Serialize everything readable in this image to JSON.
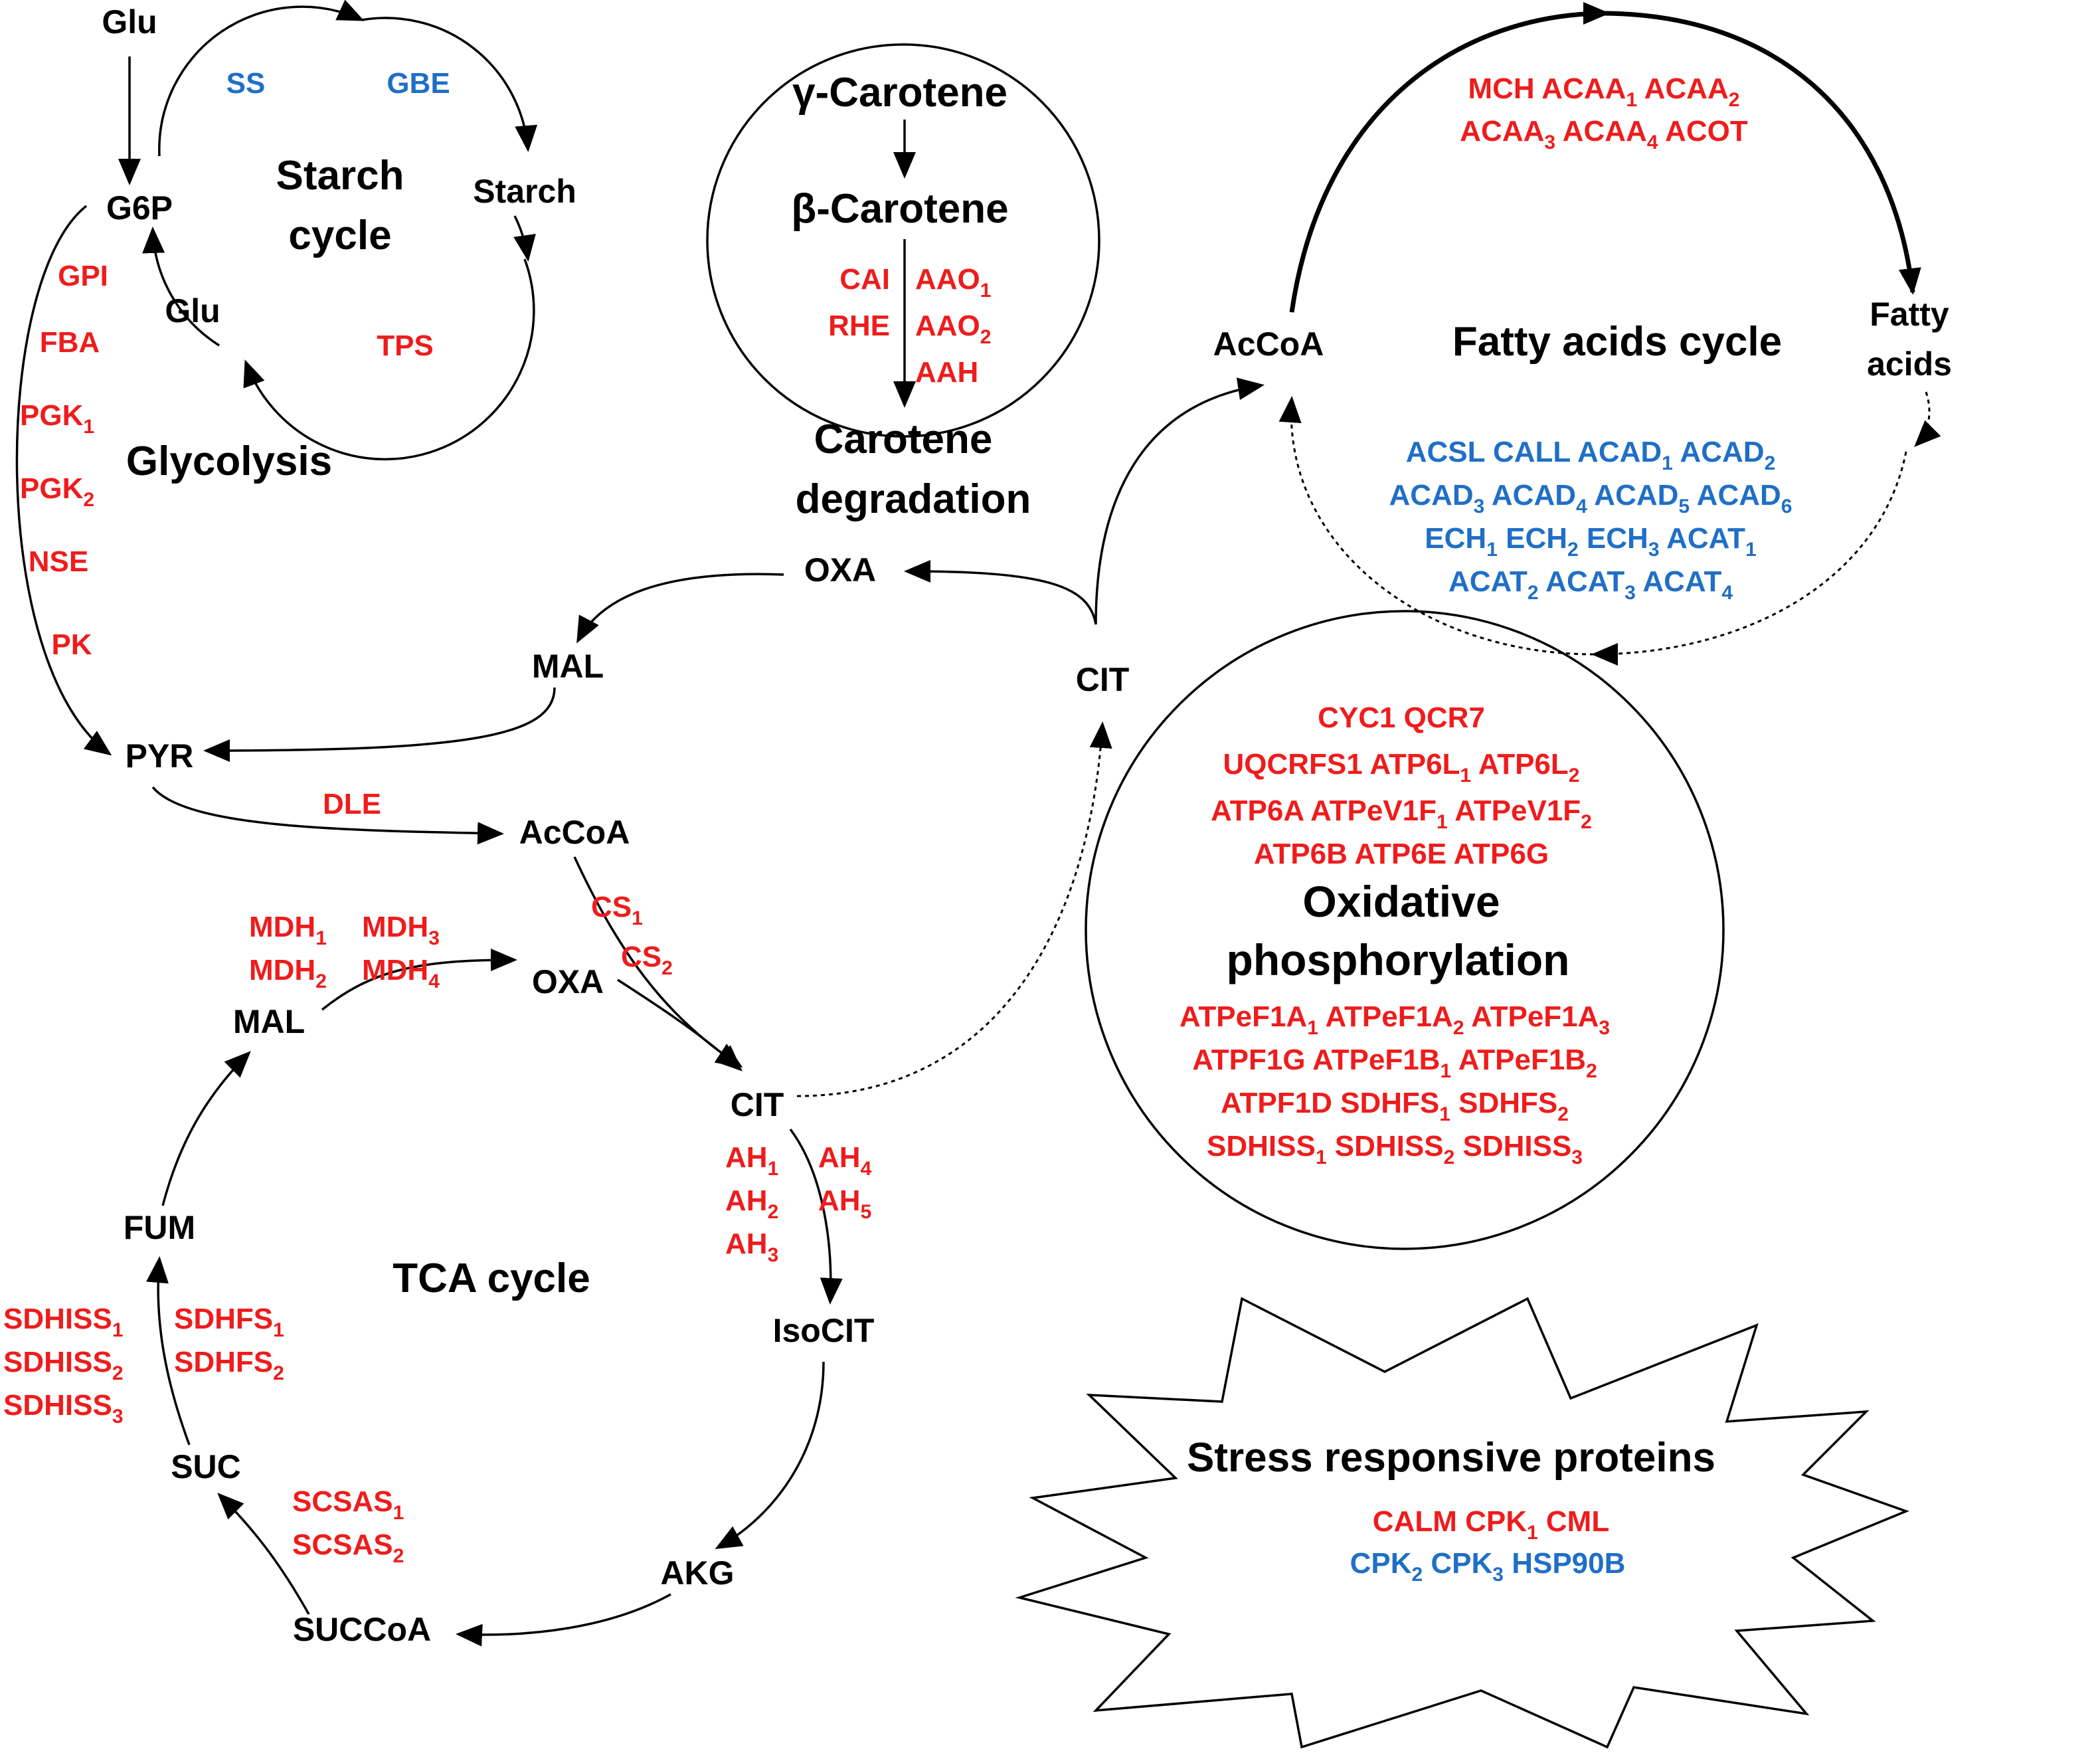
{
  "colors": {
    "activated": "#ee1c1c",
    "repressed": "#1f6fc6",
    "text": "#000000"
  },
  "starch_cycle": {
    "title_line1": "Starch",
    "title_line2": "cycle",
    "glu_top": "Glu",
    "g6p": "G6P",
    "starch": "Starch",
    "glu_bottom": "Glu",
    "enzymes": [
      {
        "text": "SS",
        "color": "blue"
      },
      {
        "text": "GBE",
        "color": "blue"
      },
      {
        "text": "TPS",
        "color": "red"
      }
    ]
  },
  "glycolysis": {
    "title": "Glycolysis",
    "enzymes": [
      "GPI",
      "FBA",
      "PGK",
      "PGK",
      "NSE",
      "PK"
    ],
    "subscripts": [
      "",
      "",
      "1",
      "2",
      "",
      ""
    ]
  },
  "carotene": {
    "gamma": "γ-Carotene",
    "beta": "β-Carotene",
    "title_line1": "Carotene",
    "title_line2": "degradation",
    "enzymes_left": [
      "CAI",
      "RHE"
    ],
    "enzymes_right": [
      {
        "t": "AAO",
        "s": "1"
      },
      {
        "t": "AAO",
        "s": "2"
      },
      {
        "t": "AAH",
        "s": ""
      }
    ]
  },
  "fatty_acids": {
    "title": "Fatty acids cycle",
    "accoa": "AcCoA",
    "fatty_line1": "Fatty",
    "fatty_line2": "acids",
    "red_rows": [
      [
        {
          "t": "MCH ",
          "s": ""
        },
        {
          "t": "ACAA",
          "s": "1"
        },
        {
          "t": " ACAA",
          "s": "2"
        }
      ],
      [
        {
          "t": "ACAA",
          "s": "3"
        },
        {
          "t": " ACAA",
          "s": "4"
        },
        {
          "t": " ACOT",
          "s": ""
        }
      ]
    ],
    "blue_rows": [
      [
        {
          "t": "ACSL CALL ACAD",
          "s": "1"
        },
        {
          "t": "  ACAD",
          "s": "2"
        }
      ],
      [
        {
          "t": "ACAD",
          "s": "3"
        },
        {
          "t": " ACAD",
          "s": "4"
        },
        {
          "t": " ACAD",
          "s": "5"
        },
        {
          "t": " ACAD",
          "s": "6"
        }
      ],
      [
        {
          "t": "ECH",
          "s": "1"
        },
        {
          "t": " ECH",
          "s": "2"
        },
        {
          "t": " ECH",
          "s": "3"
        },
        {
          "t": " ACAT",
          "s": "1"
        }
      ],
      [
        {
          "t": "ACAT",
          "s": "2"
        },
        {
          "t": " ACAT",
          "s": "3"
        },
        {
          "t": " ACAT",
          "s": "4"
        }
      ]
    ]
  },
  "central": {
    "oxa_top": "OXA",
    "mal_top": "MAL",
    "pyr": "PYR",
    "dle": "DLE",
    "accoa_mid": "AcCoA",
    "cit_right": "CIT",
    "cs_enzymes": [
      {
        "t": "CS",
        "s": "1"
      },
      {
        "t": "CS",
        "s": "2"
      }
    ]
  },
  "tca": {
    "title": "TCA cycle",
    "oxa": "OXA",
    "mal": "MAL",
    "cit": "CIT",
    "isocit": "IsoCIT",
    "akg": "AKG",
    "succoa": "SUCCoA",
    "suc": "SUC",
    "fum": "FUM",
    "mdh": [
      {
        "t": "MDH",
        "s": "1"
      },
      {
        "t": "MDH",
        "s": "3"
      },
      {
        "t": "MDH",
        "s": "2"
      },
      {
        "t": "MDH",
        "s": "4"
      }
    ],
    "ah_left": [
      {
        "t": "AH",
        "s": "1"
      },
      {
        "t": "AH",
        "s": "2"
      },
      {
        "t": "AH",
        "s": "3"
      }
    ],
    "ah_right": [
      {
        "t": "AH",
        "s": "4"
      },
      {
        "t": "AH",
        "s": "5"
      }
    ],
    "scsas": [
      {
        "t": "SCSAS",
        "s": "1"
      },
      {
        "t": "SCSAS",
        "s": "2"
      }
    ],
    "sdhiss": [
      {
        "t": "SDHISS",
        "s": "1"
      },
      {
        "t": "SDHISS",
        "s": "2"
      },
      {
        "t": "SDHISS",
        "s": "3"
      }
    ],
    "sdhfs": [
      {
        "t": "SDHFS",
        "s": "1"
      },
      {
        "t": "SDHFS",
        "s": "2"
      }
    ]
  },
  "oxphos": {
    "title_line1": "Oxidative",
    "title_line2": "phosphorylation",
    "top_rows": [
      [
        {
          "t": "CYC1 QCR7",
          "s": ""
        }
      ],
      [
        {
          "t": "UQCRFS1 ATP6L",
          "s": "1"
        },
        {
          "t": " ATP6L",
          "s": "2"
        }
      ],
      [
        {
          "t": "ATP6A ATPeV1F",
          "s": "1"
        },
        {
          "t": " ATPeV1F",
          "s": "2"
        }
      ],
      [
        {
          "t": "ATP6B ATP6E ATP6G",
          "s": ""
        }
      ]
    ],
    "bottom_rows": [
      [
        {
          "t": "ATPeF1A",
          "s": "1"
        },
        {
          "t": " ATPeF1A",
          "s": "2"
        },
        {
          "t": " ATPeF1A",
          "s": "3"
        }
      ],
      [
        {
          "t": "ATPF1G ATPeF1B",
          "s": "1"
        },
        {
          "t": " ATPeF1B",
          "s": "2"
        }
      ],
      [
        {
          "t": "ATPF1D SDHFS",
          "s": "1"
        },
        {
          "t": " SDHFS",
          "s": "2"
        }
      ],
      [
        {
          "t": "SDHISS",
          "s": "1"
        },
        {
          "t": " SDHISS",
          "s": "2"
        },
        {
          "t": " SDHISS",
          "s": "3"
        }
      ]
    ]
  },
  "stress": {
    "title": "Stress responsive proteins",
    "red_row": [
      {
        "t": "CALM CPK",
        "s": "1"
      },
      {
        "t": " CML",
        "s": ""
      }
    ],
    "blue_row": [
      {
        "t": "CPK",
        "s": "2"
      },
      {
        "t": "  CPK",
        "s": "3"
      },
      {
        "t": " HSP90B",
        "s": ""
      }
    ]
  }
}
